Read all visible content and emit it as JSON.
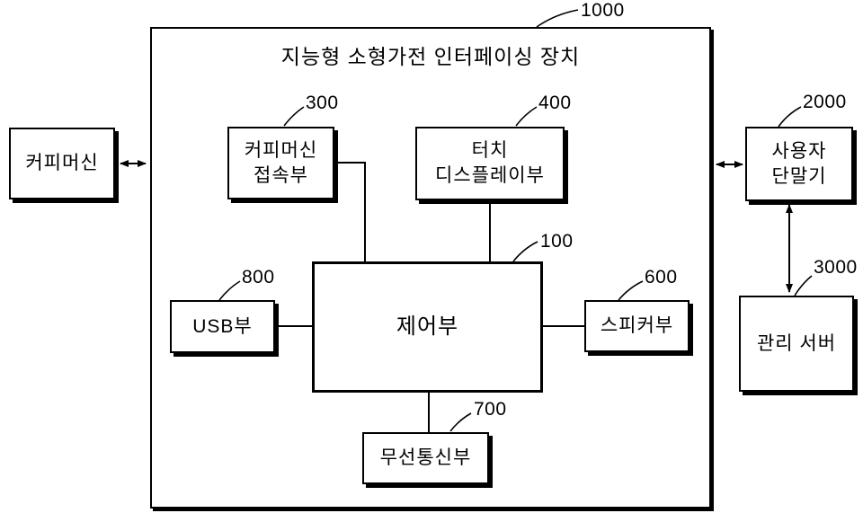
{
  "figure": {
    "title": "지능형 소형가전 인터페이싱 장치",
    "device_ref": "1000",
    "boxes": {
      "coffee_machine": {
        "label": "커피머신"
      },
      "coffee_connector": {
        "label": "커피머신\n접속부",
        "ref": "300"
      },
      "touch_display": {
        "label": "터치\n디스플레이부",
        "ref": "400"
      },
      "control": {
        "label": "제어부",
        "ref": "100"
      },
      "usb": {
        "label": "USB부",
        "ref": "800"
      },
      "speaker": {
        "label": "스피커부",
        "ref": "600"
      },
      "wireless": {
        "label": "무선통신부",
        "ref": "700"
      },
      "user_terminal": {
        "label": "사용자\n단말기",
        "ref": "2000"
      },
      "management_server": {
        "label": "관리 서버",
        "ref": "3000"
      }
    },
    "colors": {
      "line": "#000000",
      "background": "#ffffff"
    }
  }
}
